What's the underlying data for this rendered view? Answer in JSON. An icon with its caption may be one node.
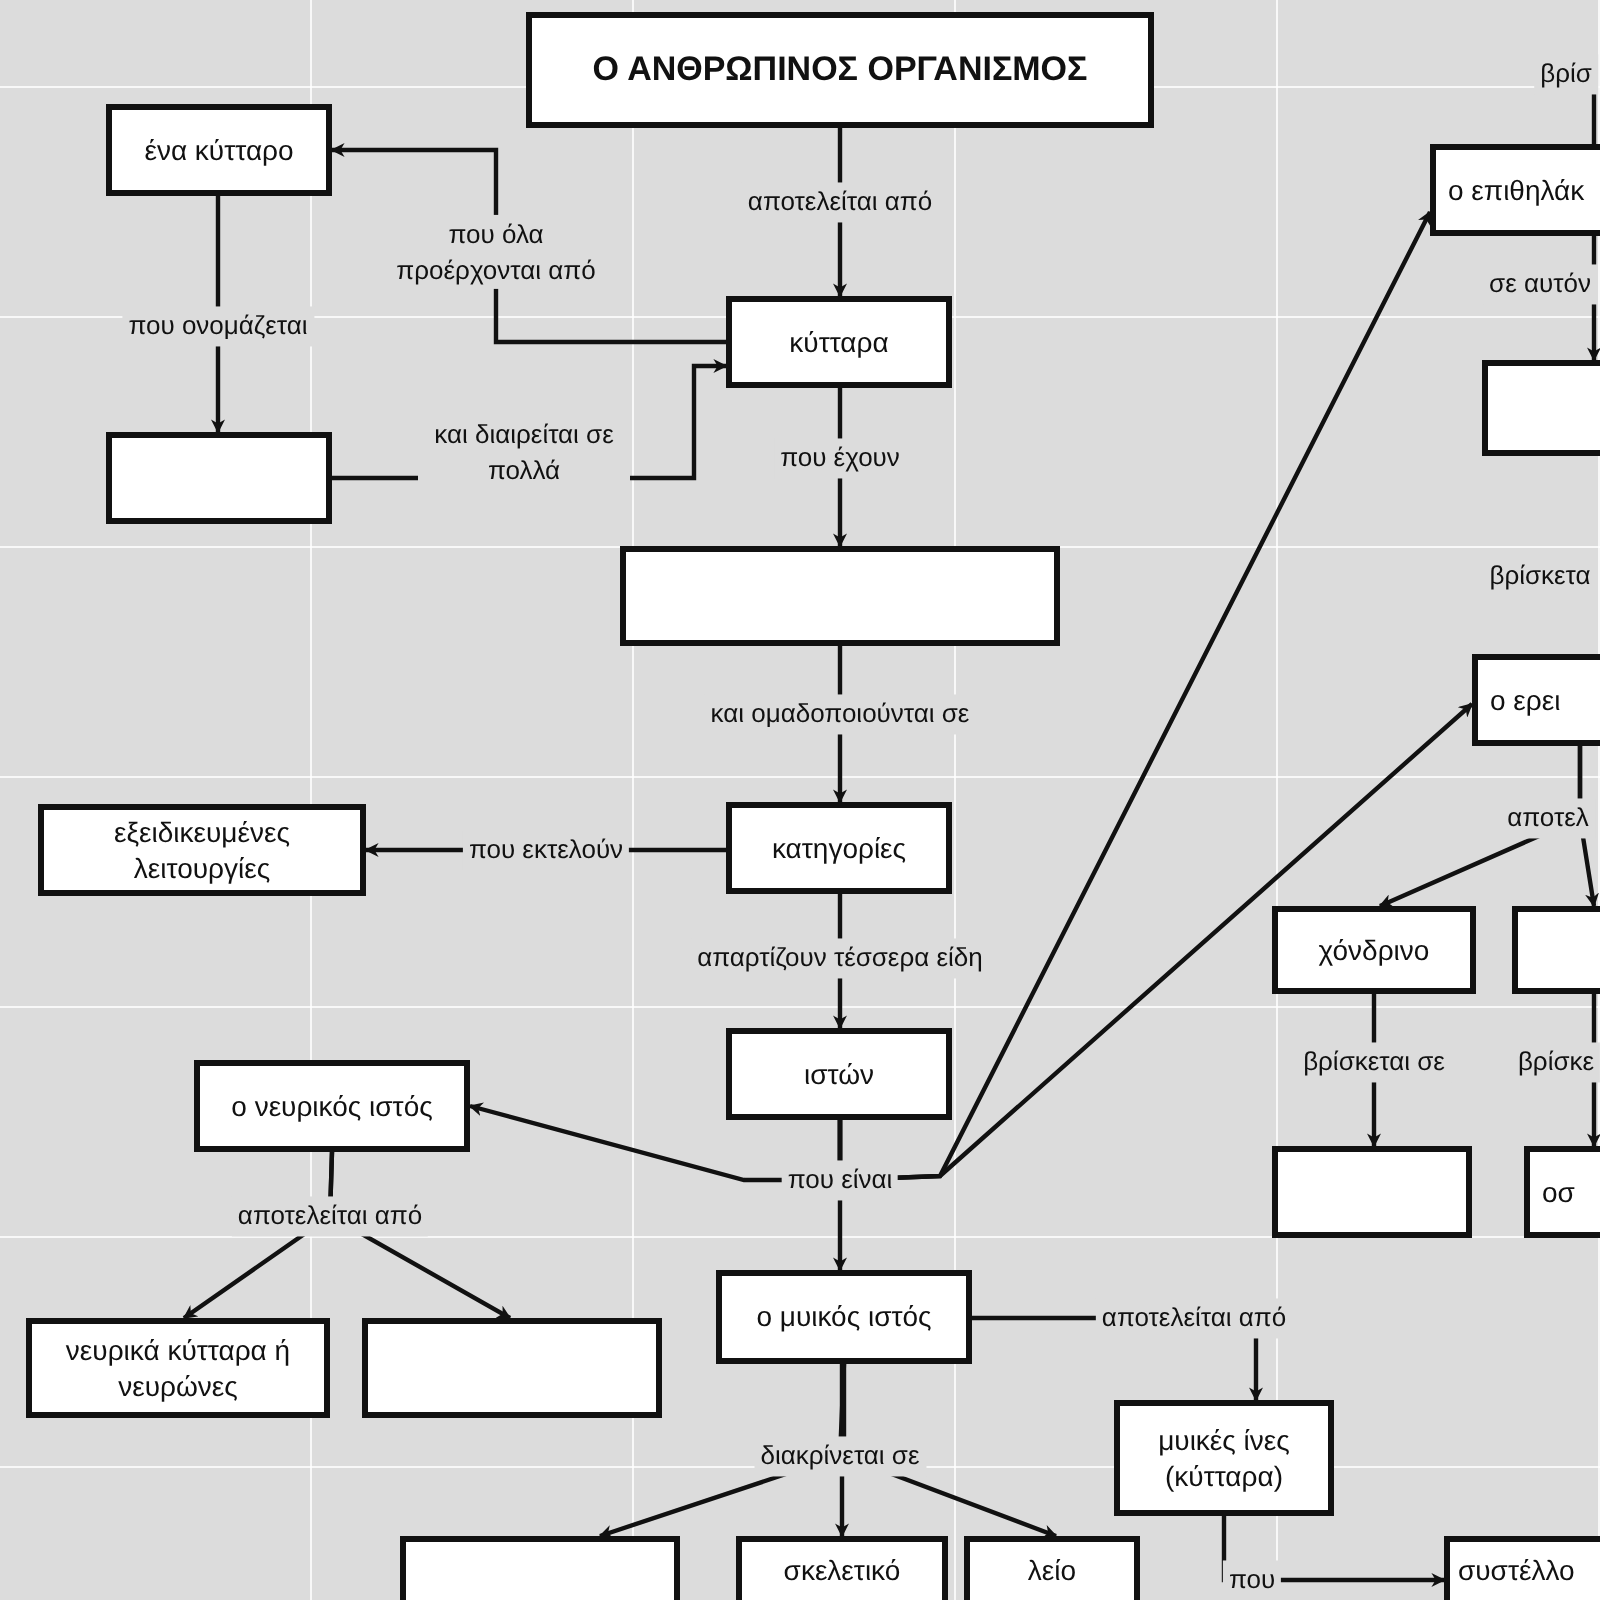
{
  "diagram": {
    "nodes": [
      {
        "text": [
          "Ο ΑΝΘΡΩΠΙΝΟΣ ΟΡΓΑΝΙΣΜΟΣ"
        ]
      },
      {
        "text": [
          "ένα κύτταρο"
        ]
      },
      {
        "text": [
          "κύτταρα"
        ]
      },
      {
        "text": [],
        "shape": "box"
      },
      {
        "text": [],
        "shape": "box"
      },
      {
        "text": [
          "εξειδικευμένες λειτουργίες"
        ]
      },
      {
        "text": [
          "κατηγορίες"
        ]
      },
      {
        "text": [
          "ιστών"
        ]
      },
      {
        "text": [
          "ο νευρικός ιστός"
        ]
      },
      {
        "text": [
          "ο επιθηλάκ"
        ]
      },
      {
        "text": [],
        "shape": "box"
      },
      {
        "text": [
          "ο ερει"
        ]
      },
      {
        "text": [
          "χόνδρινο"
        ]
      },
      {
        "text": [],
        "shape": "box"
      },
      {
        "text": [],
        "shape": "box"
      },
      {
        "text": [
          "οσ"
        ]
      },
      {
        "text": [
          "νευρικά κύτταρα ή νευρώνες"
        ]
      },
      {
        "text": [],
        "shape": "box"
      },
      {
        "text": [
          "ο μυικός ιστός"
        ]
      },
      {
        "text": [
          "μυικές ίνες (κύτταρα)"
        ]
      },
      {
        "text": [],
        "shape": "box"
      },
      {
        "text": [
          "σκελετικό"
        ]
      },
      {
        "text": [
          "λείο"
        ]
      },
      {
        "text": [
          "συστέλλο"
        ]
      }
    ],
    "edges": [
      {
        "from": 0,
        "to": 2,
        "arrow": "to",
        "label": "αποτελείται από"
      },
      {
        "from": 2,
        "to": 1,
        "arrow": "to",
        "label": "που όλα προέρχονται από"
      },
      {
        "from": 1,
        "to": 3,
        "arrow": "to",
        "label": "που ονομάζεται"
      },
      {
        "from": 3,
        "to": 2,
        "arrow": "to",
        "label": "και διαιρείται σε πολλά"
      },
      {
        "from": 2,
        "to": 4,
        "arrow": "to",
        "label": "που έχουν"
      },
      {
        "from": 4,
        "to": 6,
        "arrow": "to",
        "label": "και ομαδοποιούνται σε"
      },
      {
        "from": 6,
        "to": 5,
        "arrow": "to",
        "label": "που εκτελούν"
      },
      {
        "from": 6,
        "to": 7,
        "arrow": "to",
        "label": "απαρτίζουν τέσσερα είδη"
      },
      {
        "from": 7,
        "to": 18,
        "arrow": "to",
        "label": "που είναι"
      },
      {
        "from": 7,
        "to": 8,
        "arrow": "to"
      },
      {
        "from": 7,
        "to": 9,
        "arrow": "to"
      },
      {
        "from": 7,
        "to": 11,
        "arrow": "to"
      },
      {
        "from": 8,
        "to": 16,
        "arrow": "to",
        "label": "αποτελείται από"
      },
      {
        "from": 8,
        "to": 17,
        "arrow": "to"
      },
      {
        "from": 18,
        "to": 20,
        "arrow": "to",
        "label": "διακρίνεται σε"
      },
      {
        "from": 18,
        "to": 21,
        "arrow": "to"
      },
      {
        "from": 18,
        "to": 22,
        "arrow": "to"
      },
      {
        "from": 18,
        "to": 19,
        "arrow": "to",
        "label": "αποτελείται από"
      },
      {
        "from": 19,
        "to": 23,
        "arrow": "to",
        "label": "που"
      },
      {
        "from": 9,
        "to": 10,
        "arrow": "to",
        "label": "σε αυτόν"
      },
      {
        "from": 11,
        "to": 12,
        "arrow": "to",
        "label": "αποτελ"
      },
      {
        "from": 11,
        "to": 13,
        "arrow": "to"
      },
      {
        "from": 12,
        "to": 14,
        "arrow": "to",
        "label": "βρίσκεται σε"
      },
      {
        "from": 13,
        "to": 15,
        "arrow": "to",
        "label": "βρίσκε"
      },
      {
        "from": null,
        "to": 9,
        "arrow": "none",
        "label": "βρίσ"
      }
    ],
    "labels": [
      "βρίσκετα"
    ]
  }
}
